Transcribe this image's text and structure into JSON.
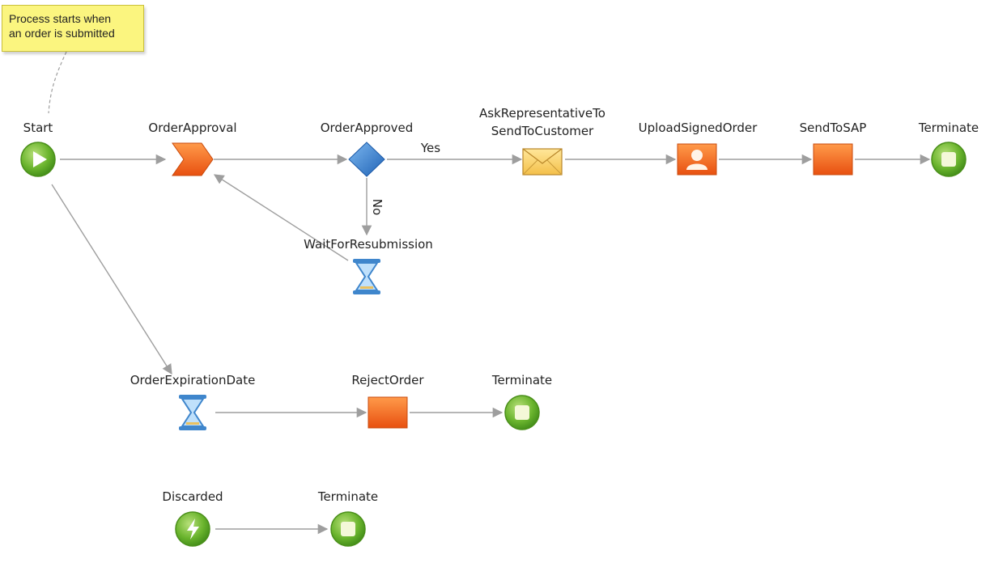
{
  "note": {
    "line1": "Process starts when",
    "line2": "an order is submitted"
  },
  "nodes": {
    "start": "Start",
    "order_approval": "OrderApproval",
    "order_approved": "OrderApproved",
    "ask_rep_line1": "AskRepresentativeTo",
    "ask_rep_line2": "SendToCustomer",
    "upload_signed_order": "UploadSignedOrder",
    "send_to_sap": "SendToSAP",
    "terminate_1": "Terminate",
    "wait_for_resubmission": "WaitForResubmission",
    "order_expiration_date": "OrderExpirationDate",
    "reject_order": "RejectOrder",
    "terminate_2": "Terminate",
    "discarded": "Discarded",
    "terminate_3": "Terminate"
  },
  "edges": {
    "yes_label": "Yes",
    "no_label": "No"
  },
  "colors": {
    "connector": "#9e9e9e",
    "task_orange": "#f2691c",
    "gateway_blue": "#2f7fd0",
    "event_green": "#6ab42d",
    "note_yellow": "#fbf57f"
  }
}
